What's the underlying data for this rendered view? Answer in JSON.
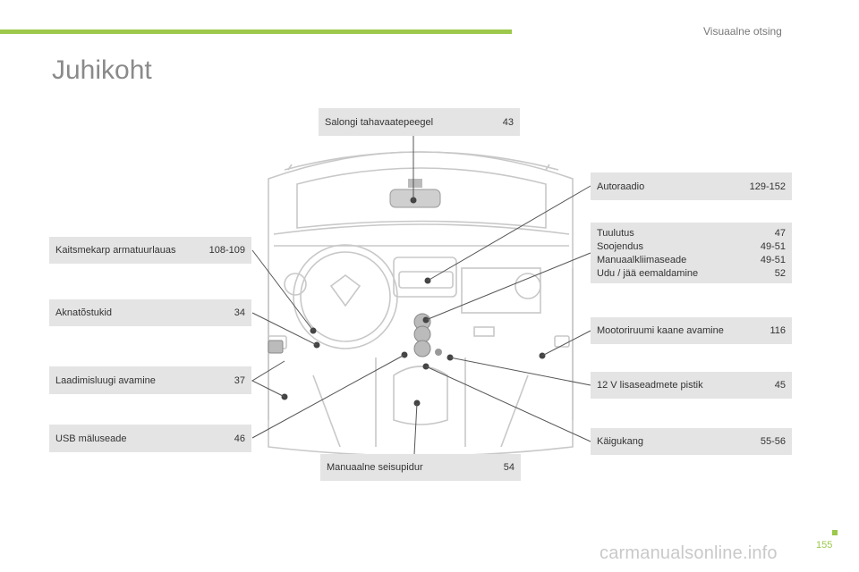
{
  "header": {
    "section": "Visuaalne otsing",
    "title": "Juhikoht"
  },
  "items": {
    "mirror": {
      "label": "Salongi tahavaatepeegel",
      "page": "43"
    },
    "fuse": {
      "label": "Kaitsmekarp armatuurlauas",
      "page": "108-109"
    },
    "window": {
      "label": "Aknatõstukid",
      "page": "34"
    },
    "trunk": {
      "label": "Laadimisluugi avamine",
      "page": "37"
    },
    "usb": {
      "label": "USB mäluseade",
      "page": "46"
    },
    "handbrake": {
      "label": "Manuaalne seisupidur",
      "page": "54"
    },
    "radio": {
      "label": "Autoraadio",
      "page": "129-152"
    },
    "climate": {
      "rows": [
        {
          "label": "Tuulutus",
          "page": "47"
        },
        {
          "label": "Soojendus",
          "page": "49-51"
        },
        {
          "label": "Manuaalkliimaseade",
          "page": "49-51"
        },
        {
          "label": "Udu / jää eemaldamine",
          "page": "52"
        }
      ]
    },
    "bonnet": {
      "label": "Mootoriruumi kaane avamine",
      "page": "116"
    },
    "socket": {
      "label": "12 V lisaseadmete pistik",
      "page": "45"
    },
    "gear": {
      "label": "Käigukang",
      "page": "55-56"
    }
  },
  "footer": {
    "page_number": "155",
    "watermark": "carmanualsonline.info"
  },
  "colors": {
    "accent": "#9cc84b",
    "box": "#e4e4e4",
    "line": "#555555",
    "illustration": "#c8c8c8"
  }
}
